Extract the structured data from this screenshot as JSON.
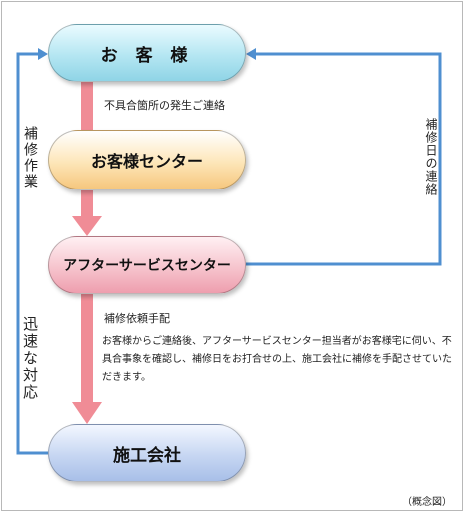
{
  "nodes": {
    "customer": "お 客 様",
    "customer_center": "お客様センター",
    "after_service_center": "アフターサービスセンター",
    "contractor": "施工会社"
  },
  "labels": {
    "defect_contact": "不具合箇所の発生ご連絡",
    "repair_request": "補修依頼手配",
    "description": "お客様からご連絡後、アフターサービスセンター担当者がお客様宅に伺い、不具合事象を確認し、補修日をお打合せの上、施工会社に補修を手配させていただきます。",
    "repair_work": "補修作業",
    "quick_response": "迅速な対応",
    "repair_date_contact": "補修日の連絡",
    "note": "（概念図）"
  },
  "colors": {
    "arrow_pink": "#f08c96",
    "line_blue": "#4f8fd0"
  }
}
